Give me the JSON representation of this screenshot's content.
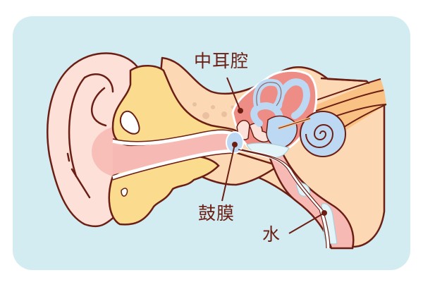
{
  "diagram": {
    "subject": "ear cross-section (outer ear, ear canal, middle ear, inner ear)",
    "background_color": "#d3ecf1",
    "outline_color": "#6b1e14",
    "colors": {
      "skin": "#fde1d9",
      "canal_pink": "#f7b9b3",
      "cartilage_yellow": "#fbdc8f",
      "tissue_peach": "#fcd9b4",
      "muscle_orange": "#f9c183",
      "middle_ear_red": "#ee8d86",
      "inner_ear_blue": "#bcd8f3",
      "water_light_blue": "#e3f4f8"
    },
    "labels": [
      {
        "id": "middle-ear-cavity",
        "text": "中耳腔",
        "pointer_to": "middle ear cavity"
      },
      {
        "id": "eardrum",
        "text": "鼓膜",
        "pointer_to": "tympanic membrane"
      },
      {
        "id": "water",
        "text": "水",
        "pointer_to": "water in eustachian tube"
      }
    ]
  }
}
